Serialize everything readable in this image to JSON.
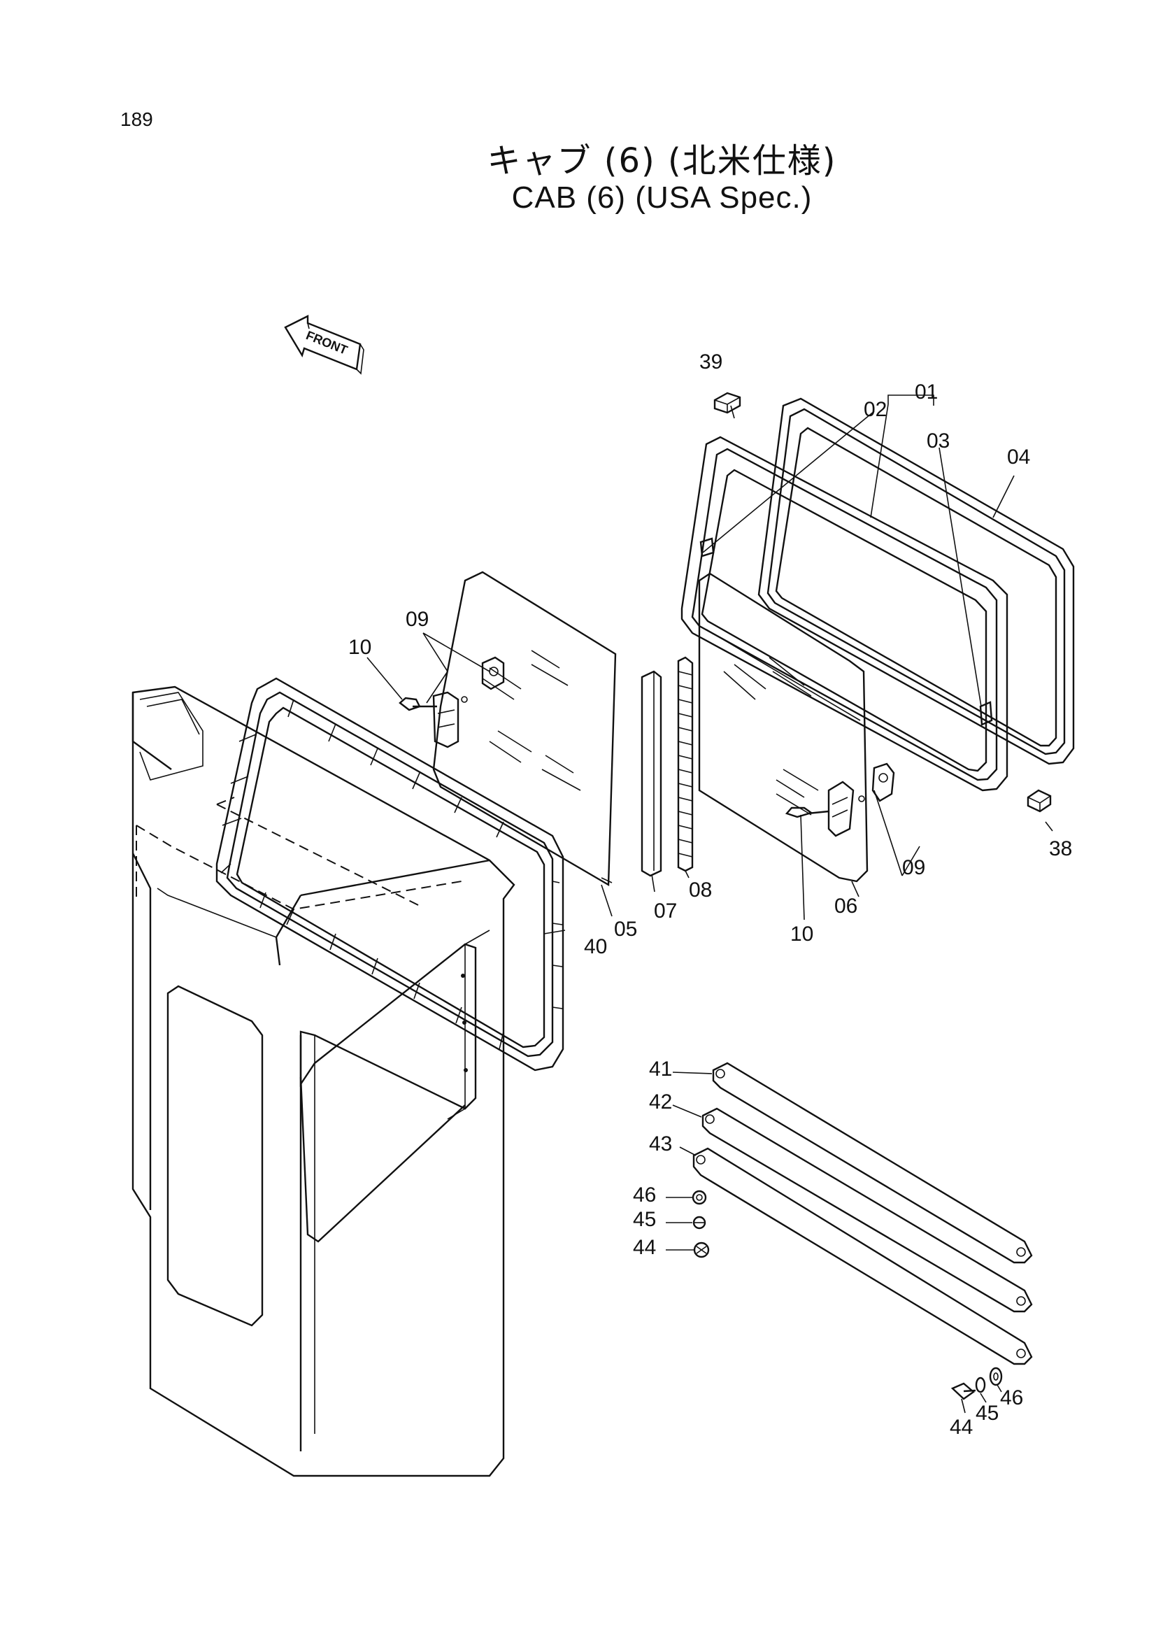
{
  "page_number": "189",
  "title": {
    "japanese": "キャブ (6) (北米仕様)",
    "english": "CAB (6) (USA Spec.)"
  },
  "direction_indicator": "FRONT",
  "callouts": {
    "p01": "01",
    "p02": "02",
    "p03": "03",
    "p04": "04",
    "p05": "05",
    "p06": "06",
    "p07": "07",
    "p08": "08",
    "p09a": "09",
    "p09b": "09",
    "p10a": "10",
    "p10b": "10",
    "p38": "38",
    "p39": "39",
    "p40": "40",
    "p41": "41",
    "p42": "42",
    "p43": "43",
    "p44a": "44",
    "p44b": "44",
    "p45a": "45",
    "p45b": "45",
    "p46a": "46",
    "p46b": "46"
  }
}
